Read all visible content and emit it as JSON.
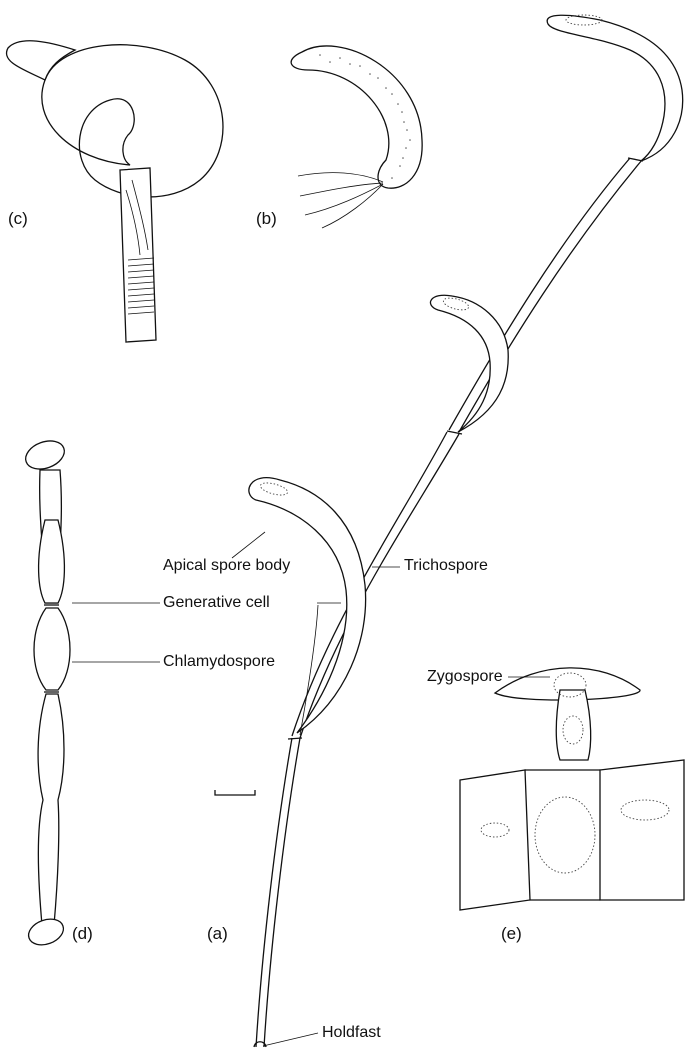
{
  "panels": {
    "a": "(a)",
    "b": "(b)",
    "c": "(c)",
    "d": "(d)",
    "e": "(e)"
  },
  "labels": {
    "apical_spore_body": "Apical spore body",
    "trichospore": "Trichospore",
    "generative_cell": "Generative cell",
    "chlamydospore": "Chlamydospore",
    "zygospore": "Zygospore",
    "holdfast": "Holdfast"
  },
  "colors": {
    "ink": "#111111",
    "background": "#ffffff"
  }
}
